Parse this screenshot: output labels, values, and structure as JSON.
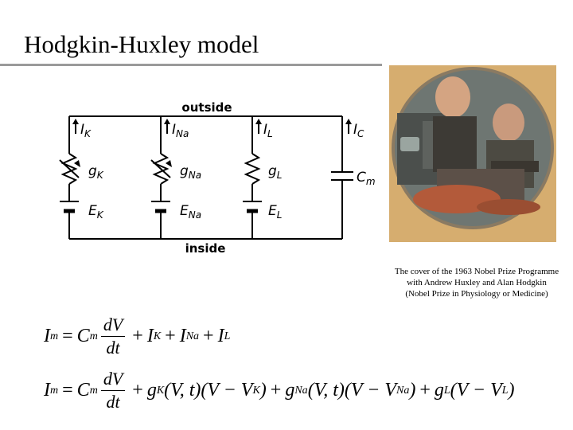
{
  "slide": {
    "title": "Hodgkin-Huxley model"
  },
  "circuit": {
    "top_label": "outside",
    "bottom_label": "inside",
    "currents": [
      "I",
      "I",
      "I",
      "I"
    ],
    "current_subs": [
      "K",
      "Na",
      "L",
      "C"
    ],
    "conductances": [
      "g",
      "g",
      "g"
    ],
    "conductance_subs": [
      "K",
      "Na",
      "L"
    ],
    "batteries": [
      "E",
      "E",
      "E"
    ],
    "battery_subs": [
      "K",
      "Na",
      "L"
    ],
    "capacitor": "C",
    "capacitor_sub": "m"
  },
  "photo": {
    "caption_lines": [
      "The cover of the 1963 Nobel Prize Programme",
      "with Andrew Huxley and Alan Hodgkin",
      "(Nobel Prize in Physiology or Medicine)"
    ]
  },
  "equations": {
    "eq1": {
      "lhs": "I",
      "lhs_sub": "m",
      "eq": "=",
      "c": "C",
      "c_sub": "m",
      "num": "dV",
      "den": "dt",
      "plus": "+",
      "t1": "I",
      "t1_sub": "K",
      "t2": "I",
      "t2_sub": "Na",
      "t3": "I",
      "t3_sub": "L"
    },
    "eq2": {
      "lhs": "I",
      "lhs_sub": "m",
      "eq": "=",
      "c": "C",
      "c_sub": "m",
      "num": "dV",
      "den": "dt",
      "plus": "+",
      "g": "g",
      "k_sub": "K",
      "na_sub": "Na",
      "l_sub": "L",
      "args": "(V, t)",
      "open": "(V − V",
      "openL": "(V − V",
      "close": ")"
    }
  }
}
